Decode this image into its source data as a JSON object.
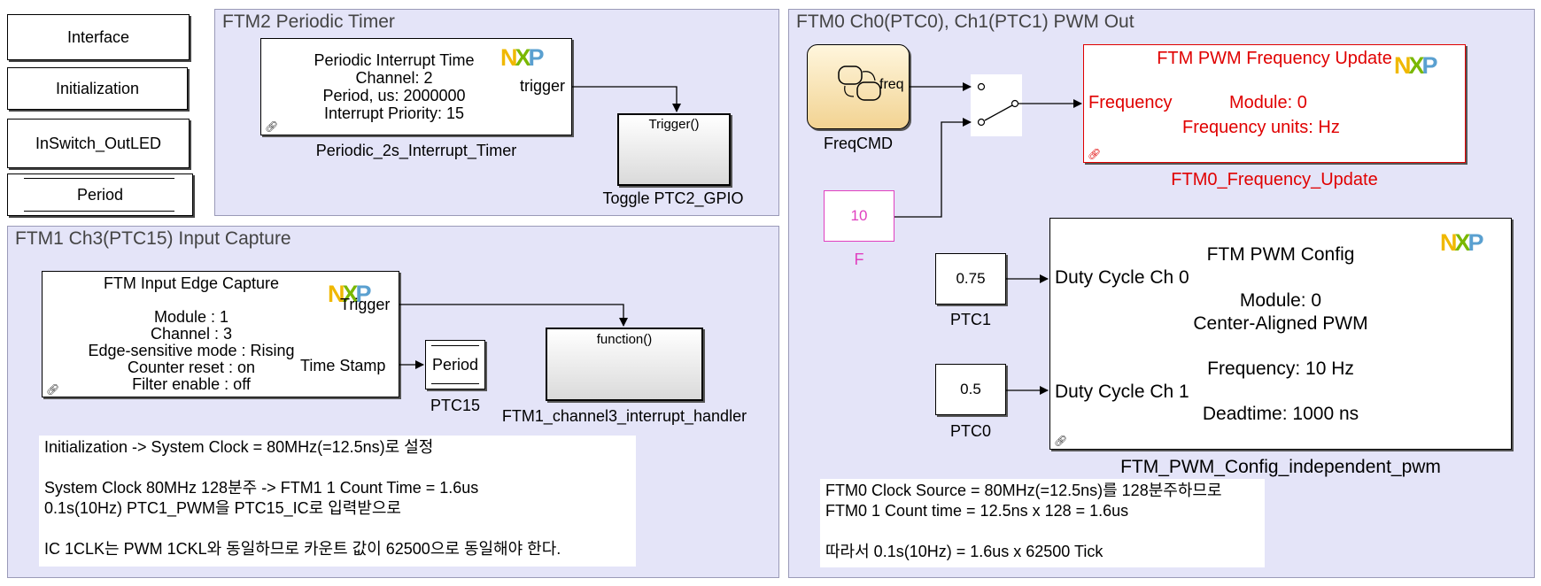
{
  "top_buttons": {
    "interface": "Interface",
    "initialization": "Initialization",
    "inswitch": "InSwitch_OutLED",
    "period": "Period"
  },
  "ftm2_area": {
    "title": "FTM2 Periodic Timer",
    "timer_block": {
      "lines": [
        "Periodic Interrupt Time",
        "Channel: 2",
        "Period, us: 2000000",
        "Interrupt Priority: 15"
      ],
      "port": "trigger",
      "name": "Periodic_2s_Interrupt_Timer"
    },
    "toggle_block": {
      "header": "Trigger()",
      "name": "Toggle PTC2_GPIO"
    }
  },
  "ftm1_area": {
    "title": "FTM1 Ch3(PTC15) Input Capture",
    "capture_block": {
      "title": "FTM Input Edge Capture",
      "lines": [
        "Module : 1",
        "Channel : 3",
        "Edge-sensitive mode : Rising",
        "Counter reset : on",
        "Filter enable : off"
      ],
      "port_trigger": "Trigger",
      "port_timestamp": "Time Stamp"
    },
    "period_block": {
      "label": "Period",
      "name": "PTC15"
    },
    "handler_block": {
      "header": "function()",
      "name": "FTM1_channel3_interrupt_handler"
    },
    "note_lines": [
      "Initialization -> System Clock = 80MHz(=12.5ns)로 설정",
      "",
      "System Clock 80MHz 128분주 -> FTM1 1 Count Time = 1.6us",
      "0.1s(10Hz) PTC1_PWM을 PTC15_IC로 입력받으로",
      "",
      "IC 1CLK는 PWM 1CKL와 동일하므로 카운트 값이 62500으로 동일해야 한다."
    ]
  },
  "ftm0_area": {
    "title": "FTM0 Ch0(PTC0), Ch1(PTC1) PWM Out",
    "freqcmd_block": {
      "port": "freq",
      "name": "FreqCMD"
    },
    "constant_f": {
      "value": "10",
      "name": "F"
    },
    "freq_update_block": {
      "title": "FTM PWM Frequency Update",
      "port": "Frequency",
      "module": "Module: 0",
      "units": "Frequency units: Hz",
      "name": "FTM0_Frequency_Update"
    },
    "ptc1_const": {
      "value": "0.75",
      "name": "PTC1"
    },
    "ptc0_const": {
      "value": "0.5",
      "name": "PTC0"
    },
    "pwm_config_block": {
      "title": "FTM PWM Config",
      "port0": "Duty Cycle Ch 0",
      "module": "Module: 0",
      "mode": "Center-Aligned PWM",
      "frequency": "Frequency: 10 Hz",
      "port1": "Duty Cycle Ch 1",
      "deadtime": "Deadtime: 1000 ns",
      "name": "FTM_PWM_Config_independent_pwm"
    },
    "note_lines": [
      "FTM0 Clock Source = 80MHz(=12.5ns)를 128분주하므로",
      "FTM0 1 Count time = 12.5ns x 128 = 1.6us",
      "",
      "따라서 0.1s(10Hz) = 1.6us x 62500 Tick"
    ]
  },
  "logo": {
    "n": "N",
    "x": "X",
    "p": "P"
  },
  "colors": {
    "area_bg": "#e4e4f8",
    "red": "#e00000",
    "magenta": "#e040c0"
  }
}
